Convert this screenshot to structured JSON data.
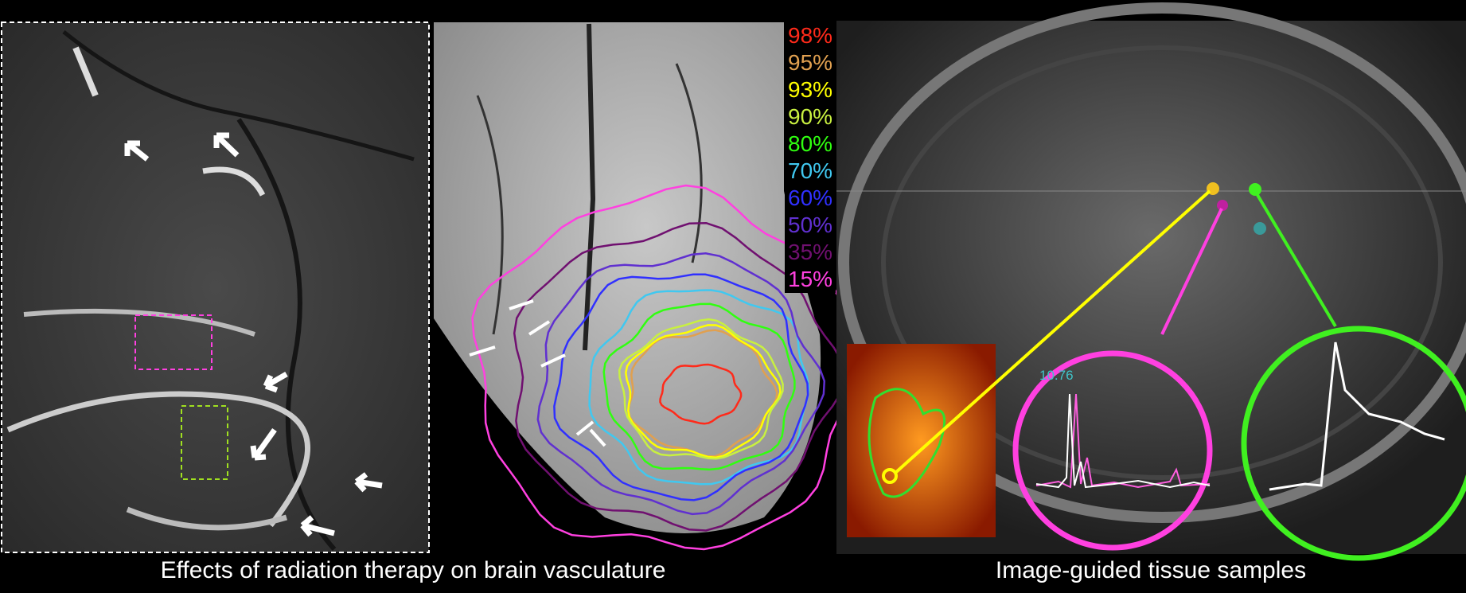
{
  "legend": [
    {
      "label": "98%",
      "color": "#ff2a1a"
    },
    {
      "label": "95%",
      "color": "#e0a050"
    },
    {
      "label": "93%",
      "color": "#ffff00"
    },
    {
      "label": "90%",
      "color": "#c8f040"
    },
    {
      "label": "80%",
      "color": "#30ff10"
    },
    {
      "label": "70%",
      "color": "#40c8f0"
    },
    {
      "label": "60%",
      "color": "#3030ff"
    },
    {
      "label": "50%",
      "color": "#6030d0"
    },
    {
      "label": "35%",
      "color": "#701070"
    },
    {
      "label": "15%",
      "color": "#ff40e0"
    }
  ],
  "spectrum_value": "10.76",
  "captions": {
    "left": "Effects of radiation therapy on brain vasculature",
    "right": "Image-guided tissue samples"
  },
  "colors": {
    "magenta": "#ff40e0",
    "green": "#40f020",
    "yellow": "#ffff00"
  }
}
